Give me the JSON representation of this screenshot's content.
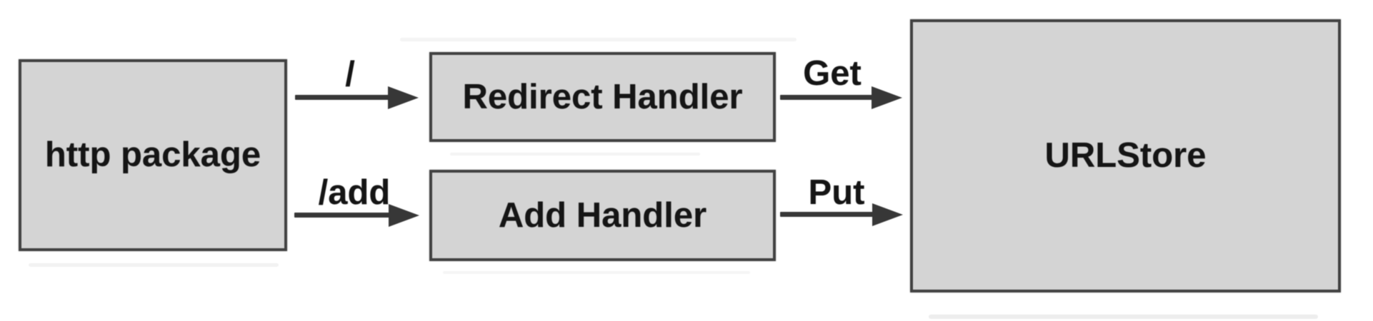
{
  "diagram": {
    "nodes": {
      "http_package": {
        "label": "http package"
      },
      "redirect_handler": {
        "label": "Redirect Handler"
      },
      "add_handler": {
        "label": "Add Handler"
      },
      "urlstore": {
        "label": "URLStore"
      }
    },
    "edges": {
      "root": {
        "label": "/",
        "from": "http_package",
        "to": "redirect_handler"
      },
      "add": {
        "label": "/add",
        "from": "http_package",
        "to": "add_handler"
      },
      "get": {
        "label": "Get",
        "from": "redirect_handler",
        "to": "urlstore"
      },
      "put": {
        "label": "Put",
        "from": "add_handler",
        "to": "urlstore"
      }
    },
    "colors": {
      "box_fill": "#d4d4d4",
      "box_border": "#424242",
      "arrow": "#373737",
      "text": "#151515",
      "background": "#ffffff"
    }
  }
}
